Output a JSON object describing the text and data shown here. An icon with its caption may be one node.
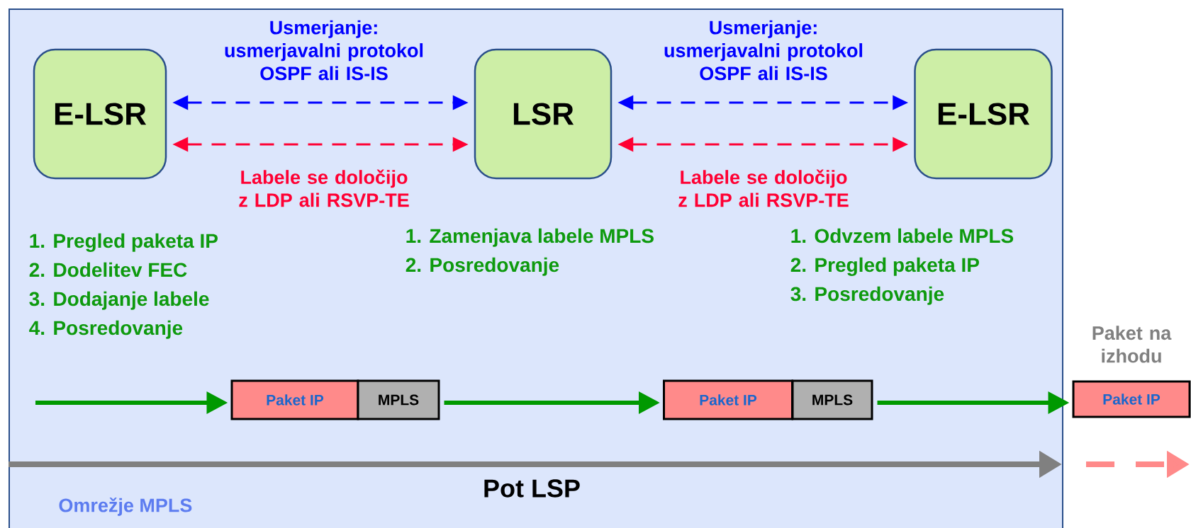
{
  "diagram": {
    "nodes": [
      {
        "text": [
          "Omrežje MPLS"
        ]
      },
      {
        "text": [
          "E-LSR"
        ],
        "in": 0,
        "beside": [
          "1. Pregled paketa IP",
          "2. Dodelitev FEC",
          "3. Dodajanje labele",
          "4. Posredovanje"
        ]
      },
      {
        "text": [
          "LSR"
        ],
        "in": 0,
        "beside": [
          "1. Zamenjava labele MPLS",
          "2. Posredovanje"
        ]
      },
      {
        "text": [
          "E-LSR"
        ],
        "in": 0,
        "beside": [
          "1. Odvzem labele MPLS",
          "2. Pregled paketa IP",
          "3. Posredovanje"
        ]
      },
      {
        "text": [
          "Paket IP"
        ],
        "in": 0
      },
      {
        "text": [
          "MPLS"
        ],
        "in": 0
      },
      {
        "text": [
          "Paket IP"
        ],
        "in": 0
      },
      {
        "text": [
          "MPLS"
        ],
        "in": 0
      },
      {
        "text": [
          "Paket IP"
        ],
        "beside": [
          "Paket na izhodu"
        ]
      }
    ],
    "edges": [
      {
        "from": 1,
        "to": 2,
        "arrow": "both",
        "style": "dashed",
        "color": "#0000ff",
        "label": "Usmerjanje: usmerjavalni protokol OSPF ali IS-IS"
      },
      {
        "from": 1,
        "to": 2,
        "arrow": "both",
        "style": "dashed",
        "color": "#ff0033",
        "label": "Labele se določijo z LDP ali RSVP-TE"
      },
      {
        "from": 2,
        "to": 3,
        "arrow": "both",
        "style": "dashed",
        "color": "#0000ff",
        "label": "Usmerjanje: usmerjavalni protokol OSPF ali IS-IS"
      },
      {
        "from": 2,
        "to": 3,
        "arrow": "both",
        "style": "dashed",
        "color": "#ff0033",
        "label": "Labele se določijo z LDP ali RSVP-TE"
      },
      {
        "from": null,
        "to": 4,
        "arrow": "to",
        "style": "thick",
        "color": "#009900"
      },
      {
        "from": 5,
        "to": 6,
        "arrow": "to",
        "style": "thick",
        "color": "#009900"
      },
      {
        "from": 7,
        "to": 8,
        "arrow": "to",
        "style": "thick",
        "color": "#009900"
      }
    ],
    "labels": [
      "Pot LSP"
    ]
  }
}
